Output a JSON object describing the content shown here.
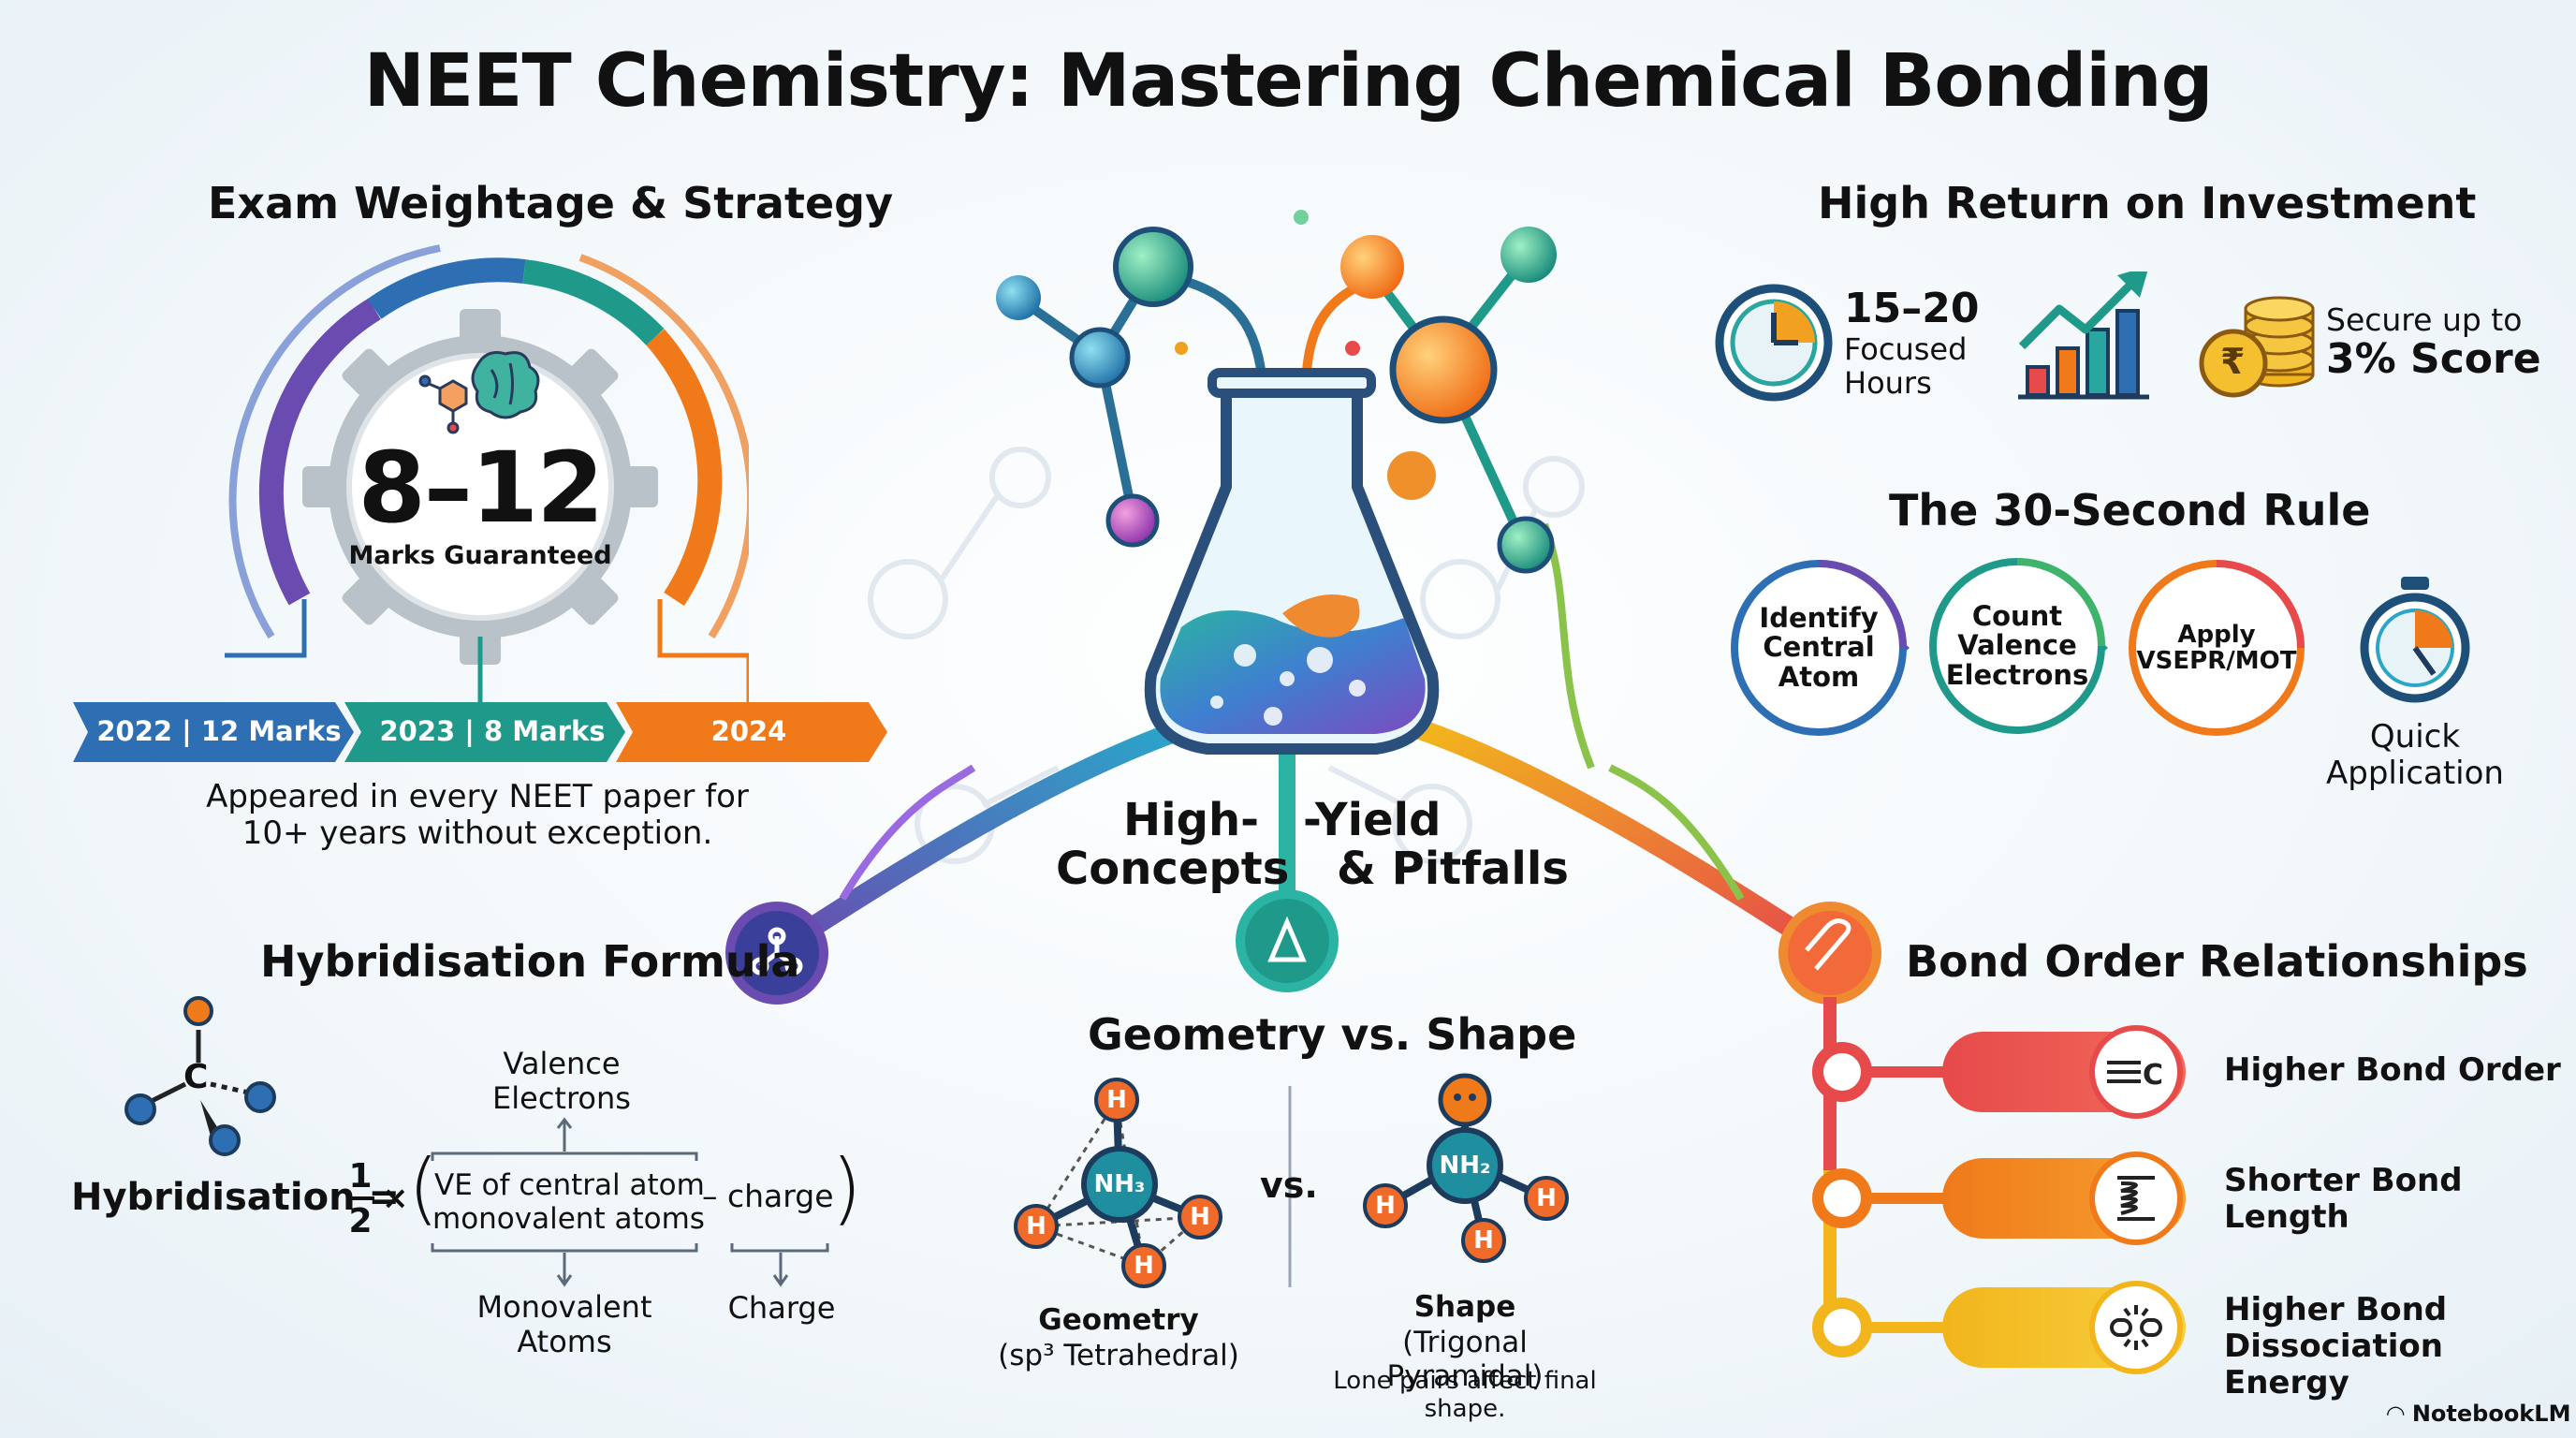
{
  "title": "NEET Chemistry: Mastering Chemical Bonding",
  "weightage": {
    "heading": "Exam Weightage & Strategy",
    "big_value": "8–12",
    "big_caption": "Marks Guaranteed",
    "timeline": [
      "2022 | 12 Marks",
      "2023 | 8 Marks",
      "2024"
    ],
    "note": "Appeared in every NEET paper for 10+ years without exception."
  },
  "hybridisation": {
    "heading": "Hybridisation Formula",
    "atom_center": "C",
    "formula_lhs": "Hybridisation =",
    "fraction_num": "1",
    "fraction_den": "2",
    "times": "×",
    "term1": "VE of central atom",
    "term2": "monovalent atoms",
    "minus_charge": "– charge",
    "label_top": "Valence Electrons",
    "label_bottom_left": "Monovalent Atoms",
    "label_bottom_right": "Charge"
  },
  "center": {
    "label_left_top": "High-",
    "label_left_bottom": "Concepts",
    "label_right_top": "-Yield",
    "label_right_bottom": "& Pitfalls"
  },
  "geometry": {
    "heading": "Geometry vs. Shape",
    "molecule1_center": "NH₃",
    "molecule2_center": "NH₂",
    "h": "H",
    "vs": "vs.",
    "geom_label": "Geometry",
    "geom_sub": "(sp³ Tetrahedral)",
    "shape_label": "Shape",
    "shape_sub": "(Trigonal Pyramidal)",
    "note": "Lone pairs affect final shape."
  },
  "roi": {
    "heading": "High Return on Investment",
    "hours_value": "15–20",
    "hours_label1": "Focused",
    "hours_label2": "Hours",
    "rupee": "₹",
    "secure_line1": "Secure up to",
    "secure_line2": "3% Score"
  },
  "rule": {
    "heading": "The 30-Second Rule",
    "steps": [
      "Identify Central Atom",
      "Count Valence Electrons",
      "Apply VSEPR/MOT"
    ],
    "quick_app": "Quick Application"
  },
  "bond_order": {
    "heading": "Bond Order Relationships",
    "items": [
      "Higher Bond Order",
      "Shorter Bond Length",
      "Higher Bond Dissociation Energy"
    ],
    "icon1_text": "C"
  },
  "branding": "NotebookLM",
  "colors": {
    "blue": "#2e6fb3",
    "teal": "#1f9a8a",
    "purple": "#6a4bb0",
    "orange": "#f07a1a",
    "red": "#e64a4a",
    "yellow": "#f2b51c",
    "green": "#3fb36a"
  }
}
